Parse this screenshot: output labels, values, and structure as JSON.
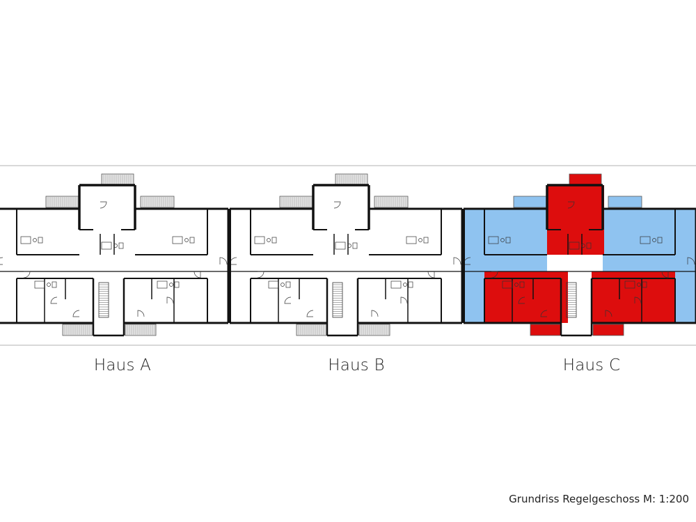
{
  "houses": [
    {
      "id": "A",
      "label": "Haus A"
    },
    {
      "id": "B",
      "label": "Haus B"
    },
    {
      "id": "C",
      "label": "Haus C"
    }
  ],
  "caption": "Grundriss Regelgeschoss M: 1:200",
  "colors": {
    "wall": "#111111",
    "outline": "#9a9a9a",
    "balcony": "#e4e4e4",
    "unit_blue": "#8fc3f0",
    "unit_red": "#dd0d0d"
  }
}
